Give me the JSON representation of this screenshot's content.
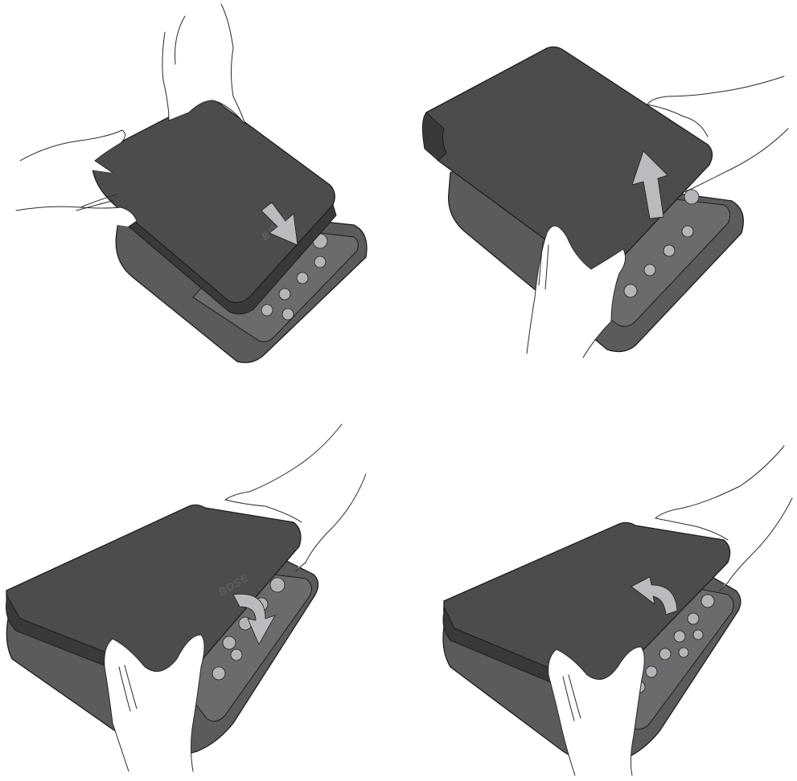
{
  "illustration": {
    "brand_mark": "BOSE",
    "panels": [
      {
        "id": "place-cover",
        "arrow": "down-diagonal"
      },
      {
        "id": "lift-cover",
        "arrow": "up-diagonal"
      },
      {
        "id": "fold-cover-down",
        "arrow": "curved-down"
      },
      {
        "id": "fold-cover-up",
        "arrow": "curved-up"
      }
    ],
    "colors": {
      "cover": "#4b4c4e",
      "cover_edge": "#38393b",
      "base": "#5a5b5d",
      "panel": "#6a6b6d",
      "knob": "#b3b5b8",
      "arrow": "#b9bbbe",
      "outline": "#1e1e1e",
      "hand_stroke": "#2a2a2a"
    }
  }
}
